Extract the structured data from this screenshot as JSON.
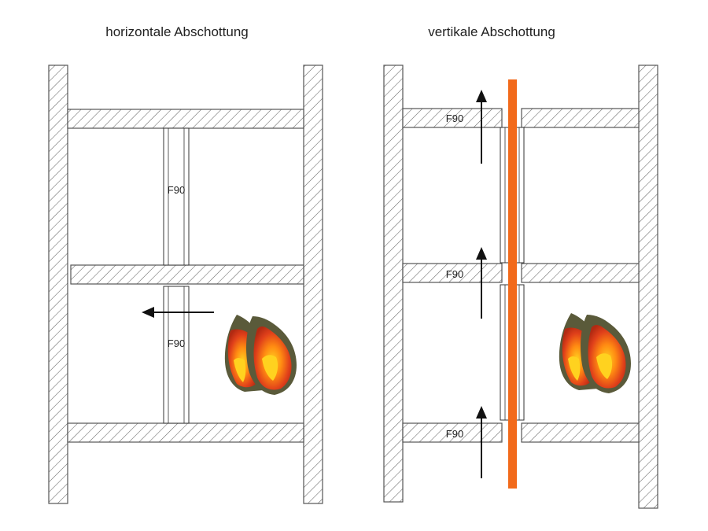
{
  "diagrams": [
    {
      "title": "horizontale Abschottung",
      "seal_labels": [
        "F90",
        "F90"
      ],
      "arrow_direction": "left",
      "fire_icon": "flame-icon"
    },
    {
      "title": "vertikale Abschottung",
      "seal_labels": [
        "F90",
        "F90",
        "F90"
      ],
      "arrow_direction": "up",
      "fire_icon": "flame-icon",
      "pipe_color": "#f26a1b"
    }
  ]
}
